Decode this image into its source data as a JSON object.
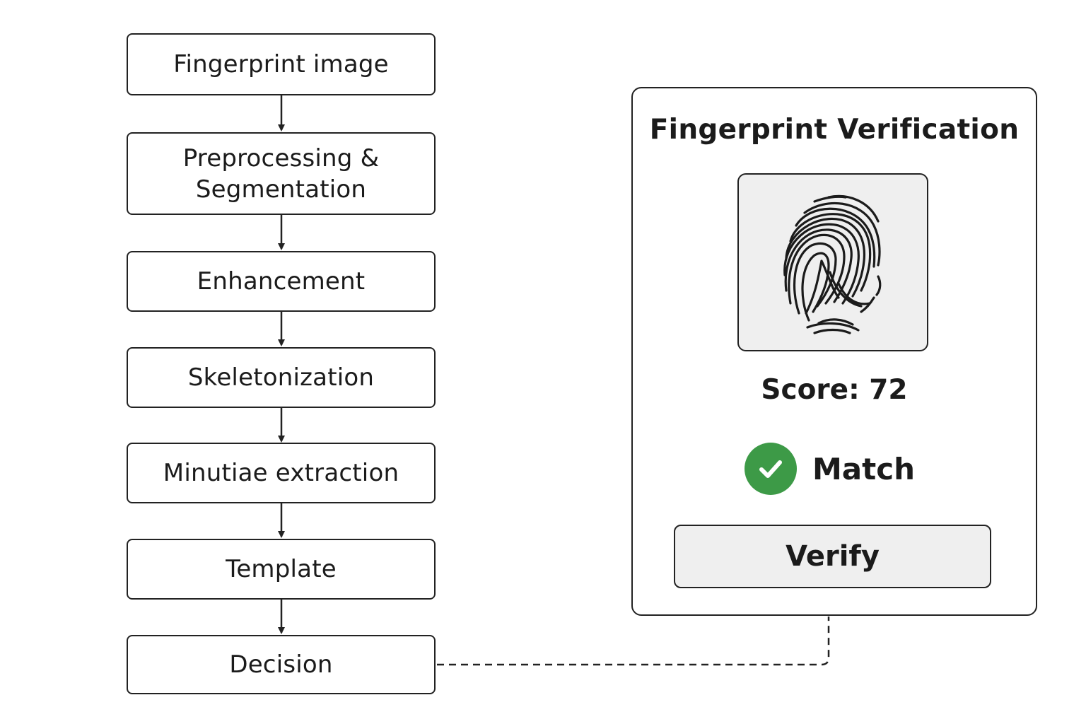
{
  "pipeline": {
    "steps": [
      {
        "label": "Fingerprint image"
      },
      {
        "label_line1": "Preprocessing &",
        "label_line2": "Segmentation"
      },
      {
        "label": "Enhancement"
      },
      {
        "label": "Skeletonization"
      },
      {
        "label": "Minutiae extraction"
      },
      {
        "label": "Template"
      },
      {
        "label": "Decision"
      }
    ]
  },
  "verification_panel": {
    "title": "Fingerprint Verification",
    "fingerprint_icon": "fingerprint-icon",
    "score": "Score: 72",
    "result": {
      "label": "Match",
      "icon": "check-circle-icon",
      "color": "#3d9a47"
    },
    "verify_button": "Verify"
  },
  "colors": {
    "stroke": "#222222",
    "panel_fill": "#efefef",
    "success": "#3d9a47"
  }
}
